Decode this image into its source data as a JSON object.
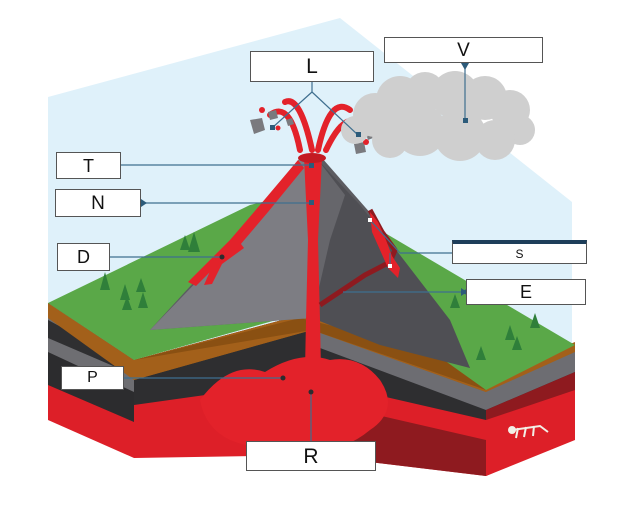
{
  "diagram": {
    "labels": {
      "L": "L",
      "V": "V",
      "T": "T",
      "N": "N",
      "D": "D",
      "S": "S",
      "E": "E",
      "P": "P",
      "R": "R"
    }
  },
  "colors": {
    "sky": "#dff1fa",
    "grass": "#5aa848",
    "soil": "#9c5a14",
    "rock_gray": "#6d6d72",
    "rock_dark": "#2f2f31",
    "cone_light": "#7d7d83",
    "cone_shade": "#5c5c61",
    "magma": "#e3222a",
    "magma_dark": "#8e1a1f",
    "ash_cloud": "#cfcfcf",
    "leader": "#3f6f8f"
  }
}
